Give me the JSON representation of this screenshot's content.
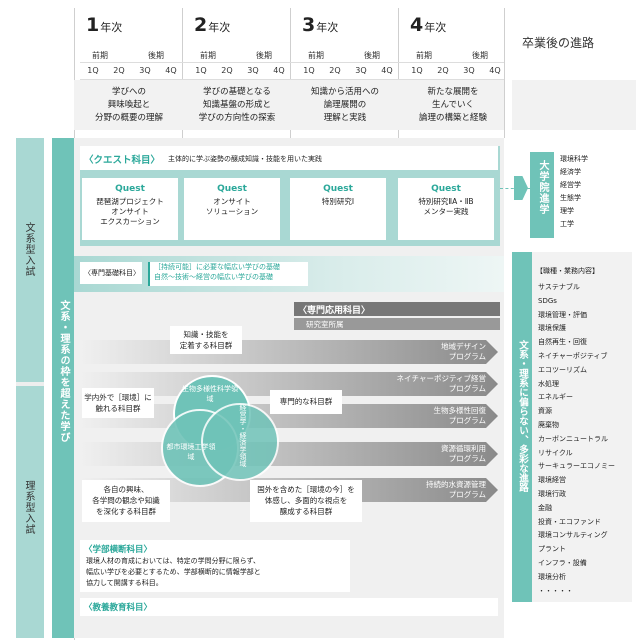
{
  "years": [
    {
      "num": "1",
      "unit": "年次",
      "first": "前期",
      "second": "後期",
      "quarters": [
        "1Q",
        "2Q",
        "3Q",
        "4Q"
      ],
      "goal": [
        "学びへの",
        "興味喚起と",
        "分野の概要の理解"
      ]
    },
    {
      "num": "2",
      "unit": "年次",
      "first": "前期",
      "second": "後期",
      "quarters": [
        "1Q",
        "2Q",
        "3Q",
        "4Q"
      ],
      "goal": [
        "学びの基礎となる",
        "知識基盤の形成と",
        "学びの方向性の探索"
      ]
    },
    {
      "num": "3",
      "unit": "年次",
      "first": "前期",
      "second": "後期",
      "quarters": [
        "1Q",
        "2Q",
        "3Q",
        "4Q"
      ],
      "goal": [
        "知識から活用への",
        "論理展開の",
        "理解と実践"
      ]
    },
    {
      "num": "4",
      "unit": "年次",
      "first": "前期",
      "second": "後期",
      "quarters": [
        "1Q",
        "2Q",
        "3Q",
        "4Q"
      ],
      "goal": [
        "新たな展開を",
        "生んでいく",
        "論理の構築と経験"
      ]
    }
  ],
  "career_header": "卒業後の進路",
  "left": {
    "bunkei": "文系型入試",
    "rikei": "理系型入試",
    "crossing": "文系・理系の枠を超えた学び"
  },
  "quest": {
    "title": "〈クエスト科目〉",
    "desc": "主体的に学ぶ姿勢の醸成知識・技能を用いた実践",
    "cards": [
      {
        "head": "Quest",
        "lines": [
          "琵琶湖プロジェクト",
          "オンサイト",
          "エクスカーション"
        ]
      },
      {
        "head": "Quest",
        "lines": [
          "オンサイト",
          "ソリューション"
        ]
      },
      {
        "head": "Quest",
        "lines": [
          "特別研究Ⅰ"
        ]
      },
      {
        "head": "Quest",
        "lines": [
          "特別研究ⅡA・ⅡB",
          "メンター実践"
        ]
      }
    ]
  },
  "senmon_kiso": {
    "title": "〈専門基礎科目〉",
    "note": [
      "［持続可能］に必要な幅広い学びの基礎",
      "自然〜技術〜経営の幅広い学びの基礎"
    ]
  },
  "senmon_oyo": {
    "title": "〈専門応用科目〉",
    "sub": "研究室所属"
  },
  "left_boxes": {
    "chishiki": [
      "知識・技能を",
      "定着する科目群"
    ],
    "gakunai": [
      "学内外で［環境］に",
      "触れる科目群"
    ],
    "kakuji": [
      "各自の興味、",
      "各学問の観念や知識",
      "を深化する科目群"
    ],
    "senmonteki": "専門的な科目群",
    "kokugai": [
      "国外を含めた［環境の今］を",
      "体感し、多面的な視点を",
      "醸成する科目群"
    ]
  },
  "circles": [
    "生物多様性科学領域",
    "都市環境工学領域",
    "経営学・経済学領域"
  ],
  "programs": [
    [
      "地域デザイン",
      "プログラム"
    ],
    [
      "ネイチャーポジティブ経営",
      "プログラム"
    ],
    [
      "生物多様性回復",
      "プログラム"
    ],
    [
      "資源循環利用",
      "プログラム"
    ],
    [
      "持続的水資源管理",
      "プログラム"
    ]
  ],
  "gakubu": {
    "title": "〈学部横断科目〉",
    "lines": [
      "環境人材の育成においては、特定の学問分野に限らず、",
      "幅広い学びを必要とするため、学部横断的に情報学部と",
      "協力して開講する科目。"
    ]
  },
  "kyoyo": {
    "title": "〈教養教育科目〉"
  },
  "graduate": {
    "label": "大学院進学",
    "fields": [
      "環境科学",
      "経済学",
      "経営学",
      "生態学",
      "理学",
      "工学"
    ]
  },
  "diverse": {
    "label": "文系・理系に偏らない、多彩な進路"
  },
  "careers": {
    "title": "【職種・業務内容】",
    "items": [
      "サステナブル",
      "SDGs",
      "環境管理・評価",
      "環境保護",
      "自然再生・回復",
      "ネイチャーポジティブ",
      "エコツーリズム",
      "水処理",
      "エネルギー",
      "資源",
      "廃棄物",
      "カーボンニュートラル",
      "リサイクル",
      "サーキュラーエコノミー",
      "環境経営",
      "環境行政",
      "金融",
      "投資・エコファンド",
      "環境コンサルティング",
      "プラント",
      "インフラ・設備",
      "環境分析",
      "・・・・・"
    ]
  },
  "colors": {
    "teal": "#6fc3b8",
    "light_teal": "#a9d8d3",
    "accent": "#2ba89a",
    "grey": "#f2f2f2"
  }
}
